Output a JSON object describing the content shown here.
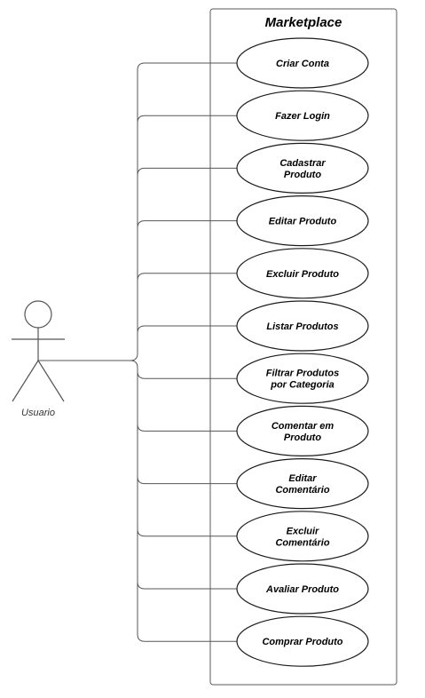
{
  "system": {
    "title": "Marketplace"
  },
  "actor": {
    "label": "Usuario"
  },
  "use_cases": [
    {
      "id": "criar-conta",
      "lines": [
        "Criar Conta"
      ]
    },
    {
      "id": "fazer-login",
      "lines": [
        "Fazer Login"
      ]
    },
    {
      "id": "cadastrar-produto",
      "lines": [
        "Cadastrar",
        "Produto"
      ]
    },
    {
      "id": "editar-produto",
      "lines": [
        "Editar Produto"
      ]
    },
    {
      "id": "excluir-produto",
      "lines": [
        "Excluir Produto"
      ]
    },
    {
      "id": "listar-produtos",
      "lines": [
        "Listar Produtos"
      ]
    },
    {
      "id": "filtrar-produtos",
      "lines": [
        "Filtrar Produtos",
        "por Categoria"
      ]
    },
    {
      "id": "comentar-produto",
      "lines": [
        "Comentar em",
        "Produto"
      ]
    },
    {
      "id": "editar-comentario",
      "lines": [
        "Editar",
        "Comentário"
      ]
    },
    {
      "id": "excluir-comentario",
      "lines": [
        "Excluir",
        "Comentário"
      ]
    },
    {
      "id": "avaliar-produto",
      "lines": [
        "Avaliar Produto"
      ]
    },
    {
      "id": "comprar-produto",
      "lines": [
        "Comprar Produto"
      ]
    }
  ],
  "colors": {
    "box_stroke": "#5a5a5a",
    "ellipse_stroke": "#1a1a1a",
    "line_stroke": "#555555"
  }
}
